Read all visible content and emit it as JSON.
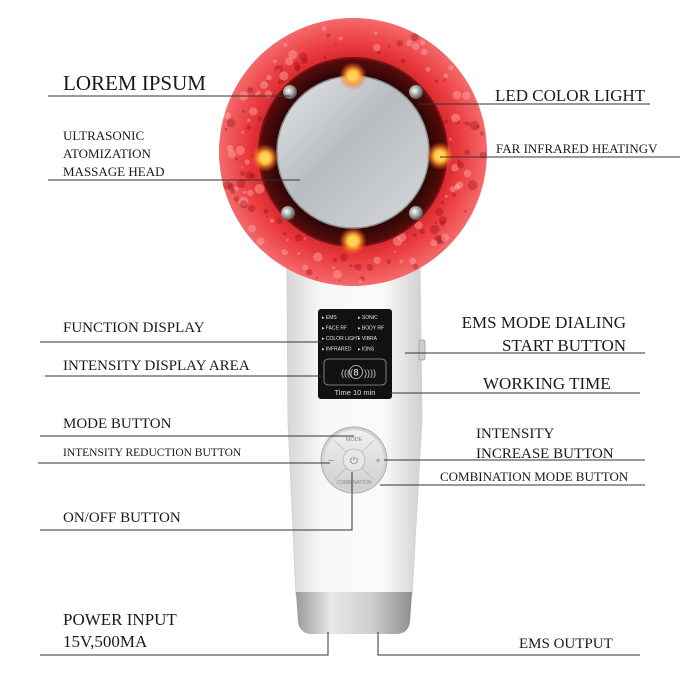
{
  "labels": {
    "lorem": "LOREM IPSUM",
    "led": "LED COLOR LIGHT",
    "ultra": "ULTRASONIC\nATOMIZATION\nMASSAGE HEAD",
    "infrared": "FAR INFRARED HEATINGV",
    "function_display": "FUNCTION DISPLAY",
    "ems_mode": "EMS MODE DIALING\nSTART BUTTON",
    "intensity_area": "INTENSITY DISPLAY AREA",
    "working_time": "WORKING TIME",
    "mode_button": "MODE BUTTON",
    "intensity_increase": "INTENSITY\nINCREASE BUTTON",
    "intensity_reduction": "INTENSITY REDUCTION BUTTON",
    "combination": "COMBINATION MODE BUTTON",
    "onoff": "ON/OFF BUTTON",
    "power": "POWER INPUT\n15V,500MA",
    "ems_output": "EMS OUTPUT"
  },
  "screen": {
    "items_left": [
      "EMS",
      "FACE RF",
      "COLOR LIGHT",
      "INFRARED"
    ],
    "items_right": [
      "SONIC",
      "BODY RF",
      "VIBRA",
      "IONS"
    ],
    "digit": "8",
    "time": "Time 10 min"
  },
  "buttons": {
    "mode": "MODE",
    "minus": "−",
    "plus": "+",
    "combination": "COMBINATION",
    "power_symbol": "⏻"
  },
  "colors": {
    "led_red": "#e8383c",
    "led_glow": "#f5a24a",
    "body": "#f1f1f1",
    "metal": "#bdbdbd",
    "screen_bg": "#111111"
  }
}
